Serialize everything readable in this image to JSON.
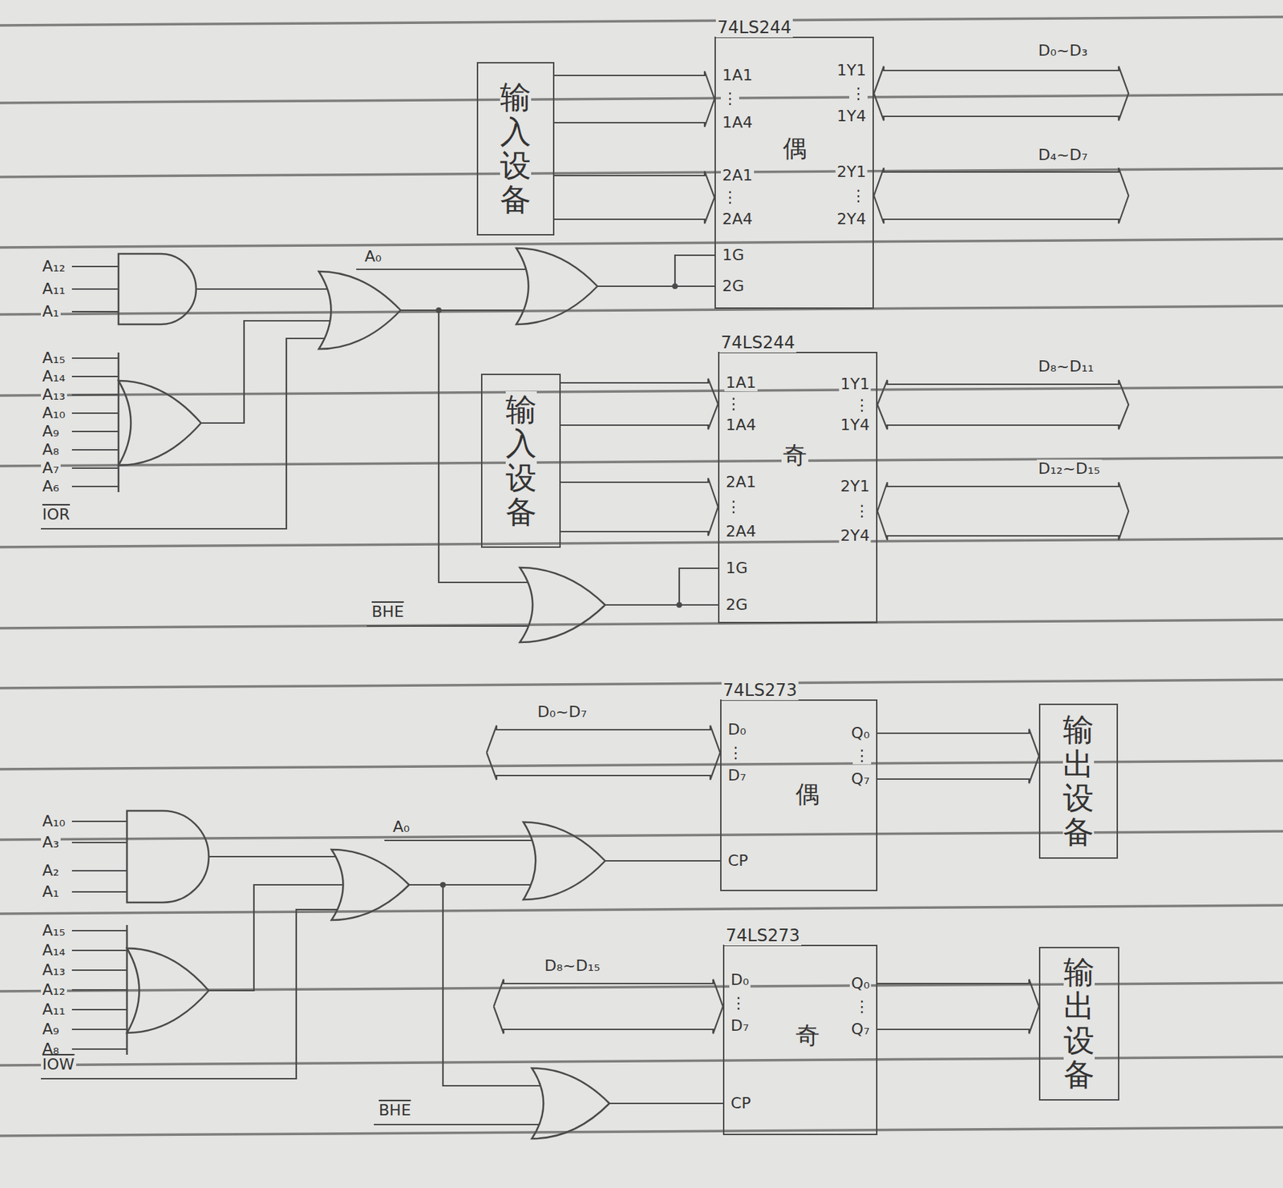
{
  "diagram": {
    "nodes": [
      {
        "text": [
          "74LS244",
          "偶"
        ]
      },
      {
        "text": [
          "输入设备"
        ]
      },
      {
        "text": [
          "74LS244",
          "奇"
        ]
      },
      {
        "text": [
          "输入设备"
        ]
      },
      {
        "text": [
          "74LS273",
          "偶"
        ]
      },
      {
        "text": [
          "输出设备"
        ]
      },
      {
        "text": [
          "74LS273",
          "奇"
        ]
      },
      {
        "text": [
          "输出设备"
        ]
      }
    ],
    "edges": [
      {
        "from": 1,
        "to": 0,
        "arrow": "to"
      },
      {
        "from": 1,
        "to": 0,
        "arrow": "to"
      },
      {
        "from": 3,
        "to": 2,
        "arrow": "to"
      },
      {
        "from": 3,
        "to": 2,
        "arrow": "to"
      },
      {
        "from": 4,
        "to": 5,
        "arrow": "to"
      },
      {
        "from": 6,
        "to": 7,
        "arrow": "to"
      }
    ],
    "labels": [
      "1A1",
      "⋮",
      "1A4",
      "2A1",
      "⋮",
      "2A4",
      "1G",
      "2G",
      "1Y1",
      "⋮",
      "1Y4",
      "2Y1",
      "⋮",
      "2Y4",
      "D₀~D₃",
      "D₄~D₇",
      "A₁₂",
      "A₁₁",
      "A₁",
      "A₁₅",
      "A₁₄",
      "A₁₃",
      "A₁₀",
      "A₉",
      "A₈",
      "A₇",
      "A₆",
      "IOR",
      "A₀",
      "BHE",
      "1A1",
      "⋮",
      "1A4",
      "2A1",
      "⋮",
      "2A4",
      "1G",
      "2G",
      "1Y1",
      "⋮",
      "1Y4",
      "2Y1",
      "⋮",
      "2Y4",
      "D₈~D₁₁",
      "D₁₂~D₁₅",
      "D₀",
      "⋮",
      "D₇",
      "CP",
      "Q₀",
      "⋮",
      "Q₇",
      "D₀~D₇",
      "A₁₀",
      "A₃",
      "A₂",
      "A₁",
      "A₁₅",
      "A₁₄",
      "A₁₃",
      "A₁₂",
      "A₁₁",
      "A₉",
      "A₈",
      "IOW",
      "A₀",
      "BHE",
      "D₀",
      "⋮",
      "D₇",
      "CP",
      "Q₀",
      "⋮",
      "Q₇",
      "D₈~D₁₅"
    ]
  }
}
